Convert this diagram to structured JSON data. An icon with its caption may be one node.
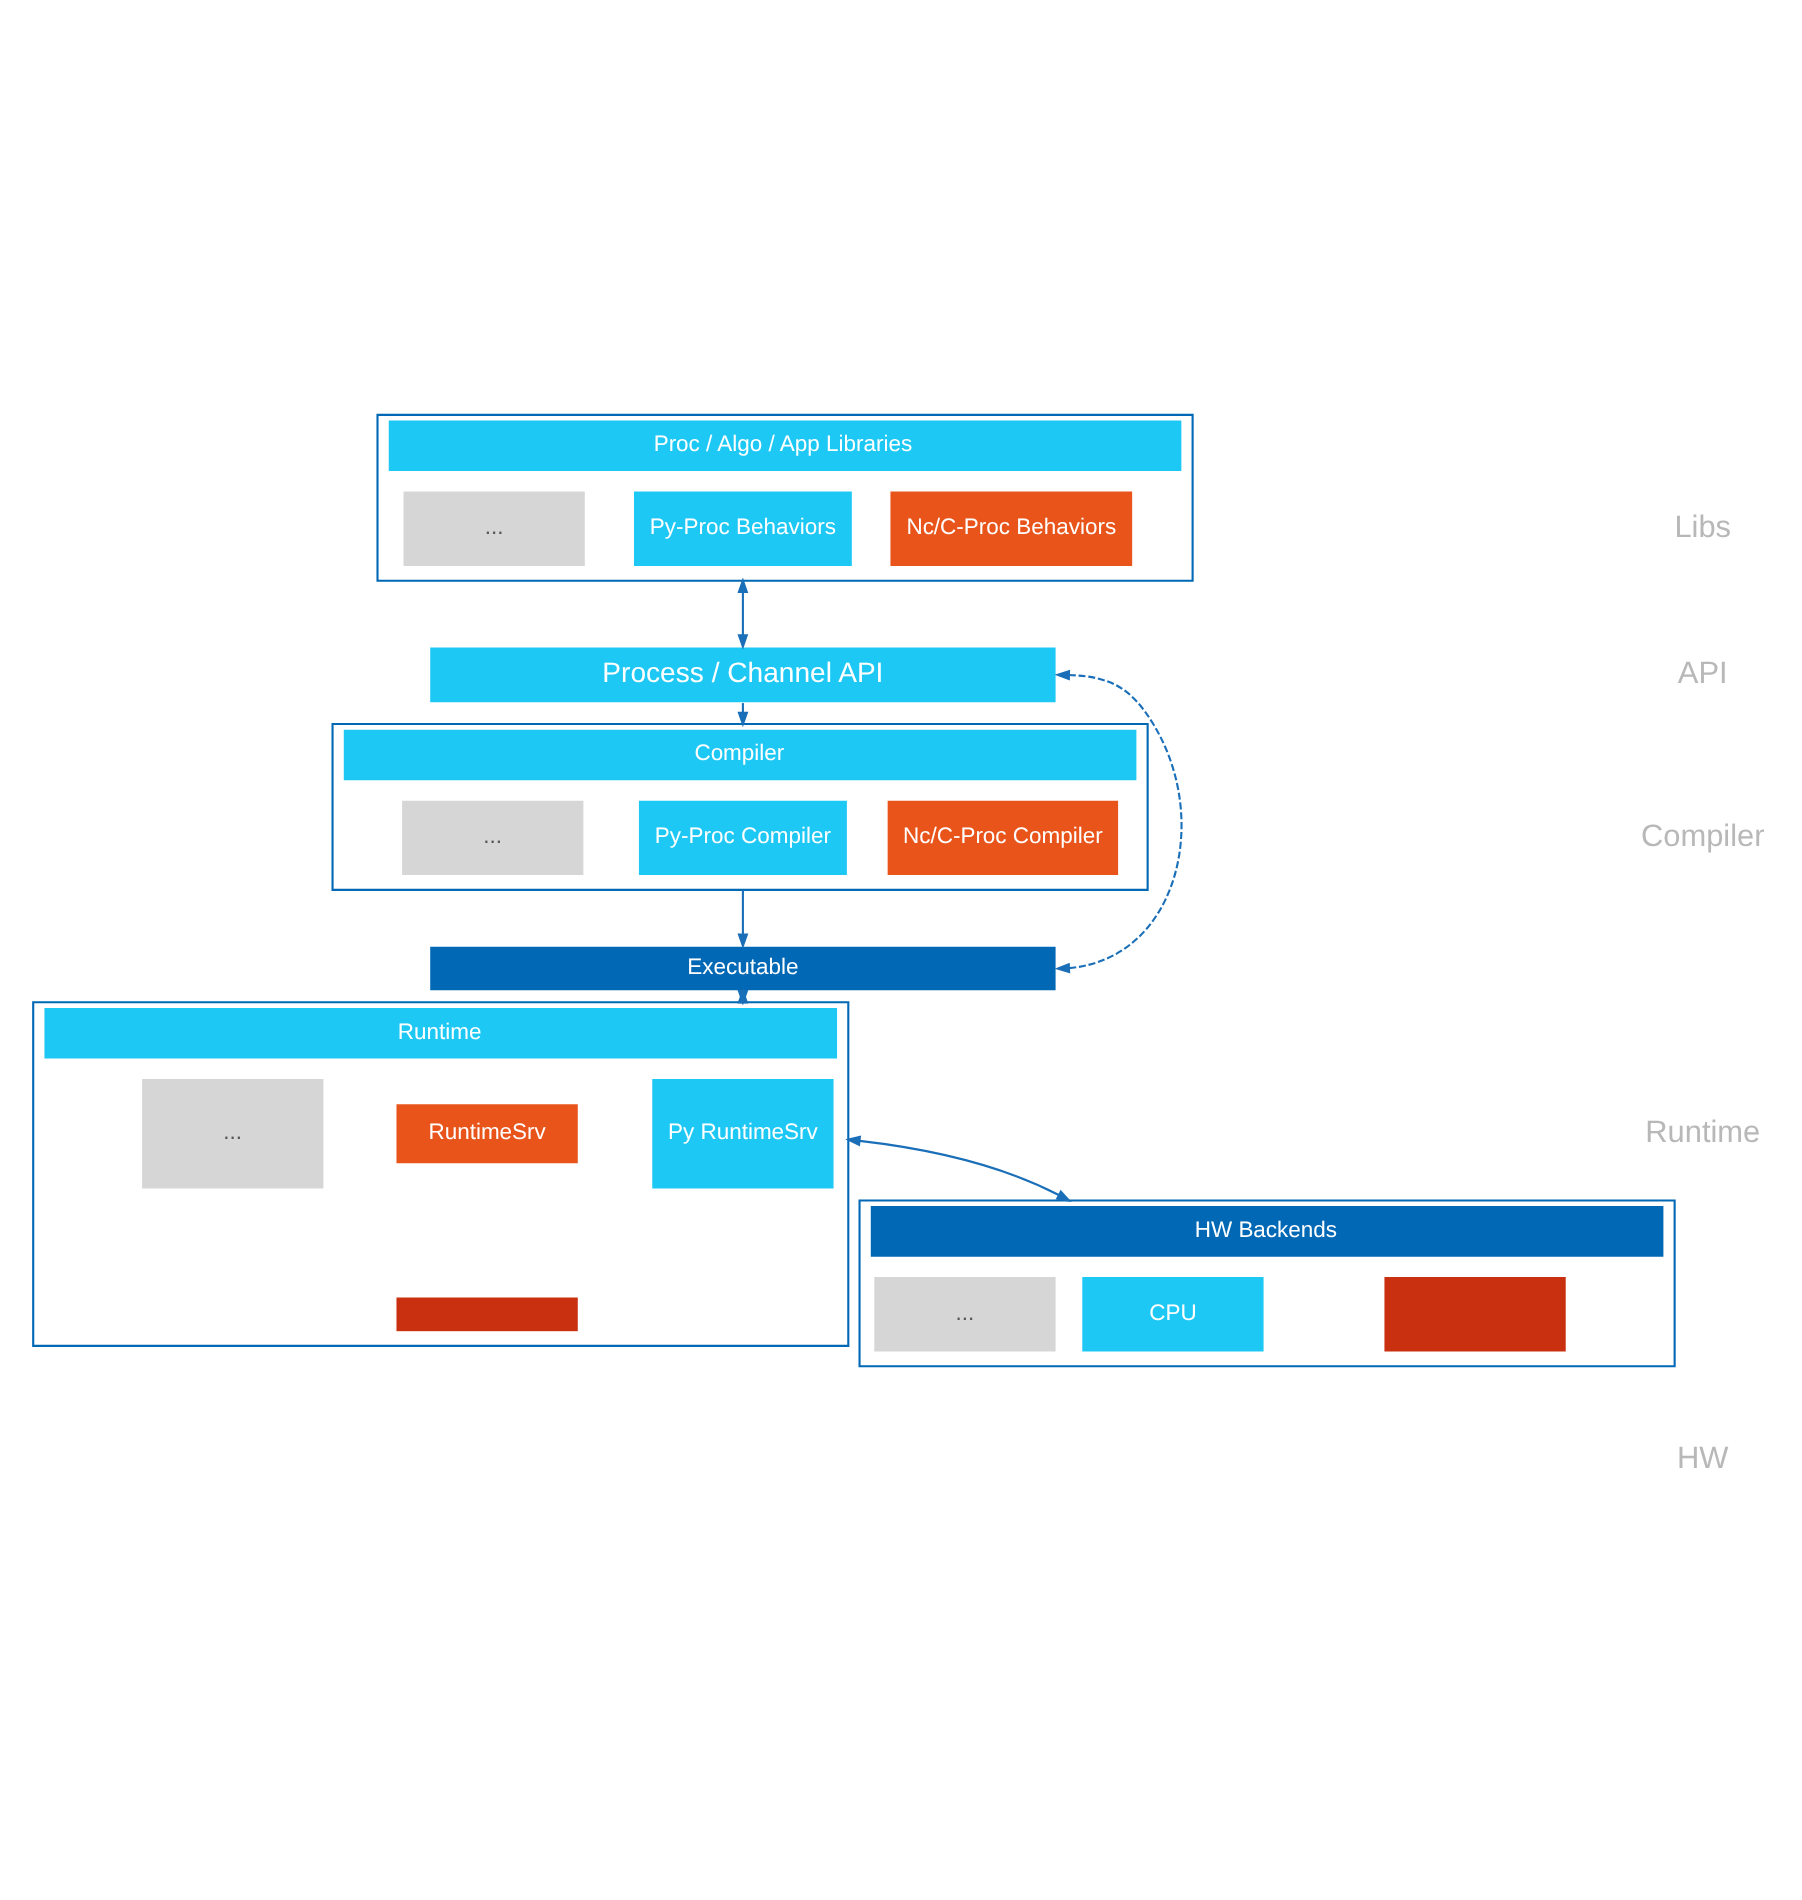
{
  "diagram": {
    "nodes": [
      {
        "text": [
          "Proc / Algo / App Libraries"
        ]
      },
      {
        "text": [
          "Nc/C-Proc Behaviors"
        ],
        "in": 0
      },
      {
        "text": [
          "Py-Proc Behaviors"
        ],
        "in": 0
      },
      {
        "text": [
          "..."
        ],
        "in": 0
      },
      {
        "text": [
          "Process / Channel API"
        ]
      },
      {
        "text": [
          "Compiler"
        ]
      },
      {
        "text": [
          "Nc/C-Proc Compiler"
        ],
        "in": 5
      },
      {
        "text": [
          "Py-Proc Compiler"
        ],
        "in": 5
      },
      {
        "text": [
          "..."
        ],
        "in": 5
      },
      {
        "text": [
          "Executable"
        ]
      },
      {
        "text": [
          "Runtime"
        ]
      },
      {
        "text": [
          "RuntimeSrv"
        ],
        "in": 10
      },
      {
        "text": [],
        "shape": "box",
        "in": 10
      },
      {
        "text": [
          "Py RuntimeSrv"
        ],
        "in": 10
      },
      {
        "text": [
          "..."
        ],
        "in": 10
      },
      {
        "text": [
          "HW Backends"
        ]
      },
      {
        "text": [],
        "shape": "box",
        "in": 15
      },
      {
        "text": [
          "CPU"
        ],
        "in": 15
      },
      {
        "text": [
          "..."
        ],
        "in": 15
      }
    ],
    "edges": [
      {
        "from": 0,
        "to": 4,
        "arrow": "both"
      },
      {
        "from": 4,
        "to": 5,
        "arrow": "to"
      },
      {
        "from": 5,
        "to": 9,
        "arrow": "to"
      },
      {
        "from": 9,
        "to": 10,
        "arrow": "both"
      },
      {
        "from": 10,
        "to": 15,
        "arrow": "both"
      },
      {
        "from": 9,
        "to": 4,
        "arrow": "both",
        "style": "dashed"
      }
    ],
    "labels": [
      "Libs",
      "API",
      "Compiler",
      "Runtime",
      "HW"
    ]
  }
}
